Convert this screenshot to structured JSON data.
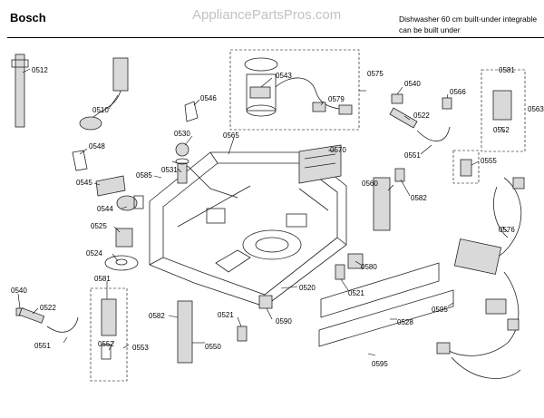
{
  "header": {
    "brand": "Bosch",
    "watermark": "AppliancePartsPros.com",
    "subtitle_line1": "Dishwasher 60 cm built-under integrable",
    "subtitle_line2": "can be built under"
  },
  "callouts": [
    "0512",
    "0510",
    "0546",
    "0543",
    "0575",
    "0579",
    "0540",
    "0566",
    "0581",
    "0563",
    "0522",
    "0552",
    "0551",
    "0555",
    "0548",
    "0530",
    "0565",
    "0570",
    "0545",
    "0531",
    "0585",
    "0560",
    "0582",
    "0544",
    "0525",
    "0524",
    "0576",
    "0580",
    "0540",
    "0522",
    "0581",
    "0521",
    "0520",
    "0582",
    "0521",
    "0590",
    "0550",
    "0528",
    "0595",
    "0551",
    "0552",
    "0553",
    "0595"
  ]
}
